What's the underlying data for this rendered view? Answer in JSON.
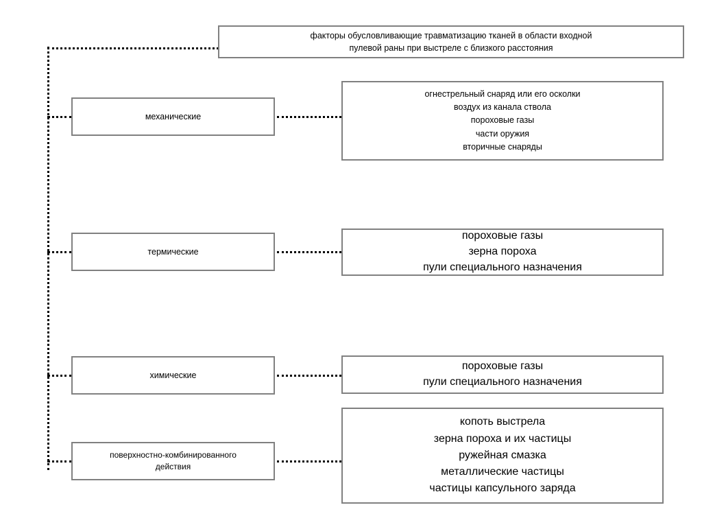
{
  "diagram": {
    "title": {
      "lines": [
        "факторы обусловливающие травматизацию тканей в области входной",
        "пулевой раны при выстреле с близкого расстояния"
      ]
    },
    "categories": [
      {
        "label": "механические"
      },
      {
        "label": "термические"
      },
      {
        "label": "химические"
      },
      {
        "label_line1": "поверхностно-комбинированного",
        "label_line2": "действия"
      }
    ],
    "factors": [
      {
        "items": [
          "огнестрельный снаряд или его осколки",
          "воздух из канала ствола",
          "пороховые газы",
          "части оружия",
          "вторичные снаряды"
        ]
      },
      {
        "items": [
          "пороховые газы",
          "зерна пороха",
          "пули специального назначения"
        ]
      },
      {
        "items": [
          "пороховые газы",
          "пули специального назначения"
        ]
      },
      {
        "items": [
          "копоть выстрела",
          "зерна пороха и их частицы",
          "ружейная смазка",
          "металлические частицы",
          "частицы капсульного заряда"
        ]
      }
    ],
    "colors": {
      "box_border": "#808080",
      "connector": "#000000",
      "text": "#000000",
      "background": "#ffffff"
    }
  }
}
